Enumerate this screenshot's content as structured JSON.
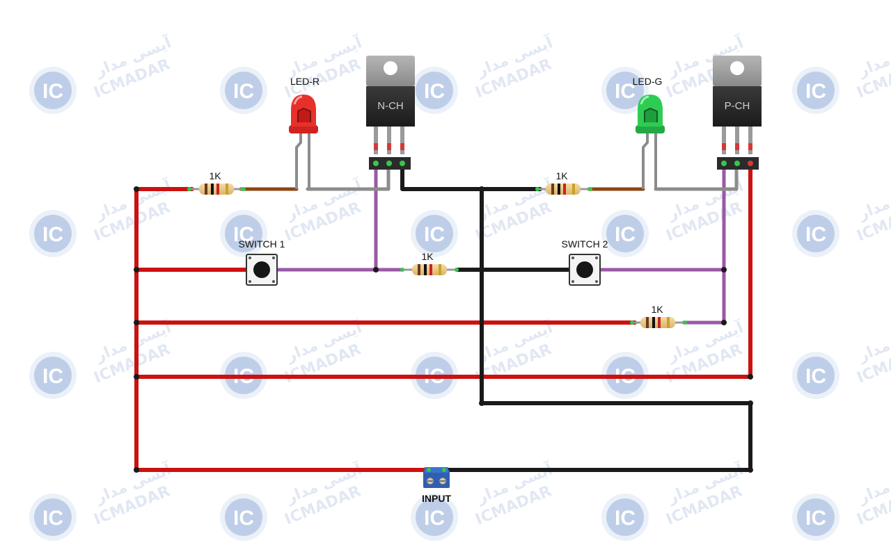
{
  "watermark": {
    "latin": "ICMADAR",
    "persian": "آیسی مدار",
    "logo": "IC"
  },
  "labels": {
    "led_red": "LED-R",
    "led_green": "LED-G",
    "nch": "N-CH",
    "pch": "P-CH",
    "switch1": "SWITCH 1",
    "switch2": "SWITCH 2",
    "input": "INPUT",
    "r1": "1K",
    "r2": "1K",
    "r3": "1K",
    "r4": "1K"
  },
  "colors": {
    "wire_red": "#cc1111",
    "wire_black": "#1a1a1a",
    "wire_purple": "#9b59a6",
    "wire_gray": "#8c8c8c",
    "wire_brown": "#8b4513",
    "led_red": "#e8302b",
    "led_green": "#2ecc52",
    "terminal_blue": "#2f5fb3"
  }
}
